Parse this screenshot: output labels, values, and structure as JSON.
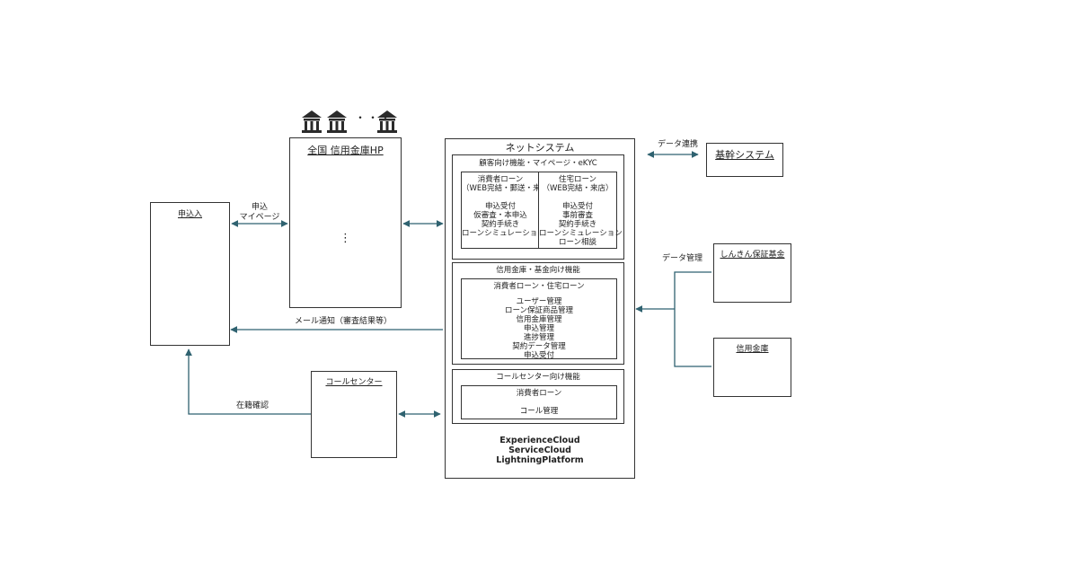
{
  "applicant": {
    "title": "申込入"
  },
  "hp": {
    "title": "全国  信用金庫HP",
    "dots_top": "・・・",
    "dots_mid": "⋮"
  },
  "net": {
    "title": "ネットシステム",
    "customer": {
      "title": "顧客向け機能・マイページ・eKYC",
      "left": {
        "lines": [
          "消費者ローン",
          "（WEB完結・郵送・来店）",
          "",
          "申込受付",
          "仮審査・本申込",
          "契約手続き",
          "ローンシミュレーション"
        ]
      },
      "right": {
        "lines": [
          "住宅ローン",
          "（WEB完結・来店）",
          "",
          "申込受付",
          "事前審査",
          "契約手続き",
          "ローンシミュレーション",
          "ローン相談"
        ]
      }
    },
    "bank": {
      "title": "信用金庫・基金向け機能",
      "inner_title": "消費者ローン・住宅ローン",
      "items": [
        "ユーザー管理",
        "ローン保証商品管理",
        "信用金庫管理",
        "申込管理",
        "進捗管理",
        "契約データ管理",
        "申込受付"
      ]
    },
    "callcenter": {
      "title": "コールセンター向け機能",
      "items": [
        "消費者ローン",
        "",
        "コール管理"
      ]
    },
    "platforms": [
      "ExperienceCloud",
      "ServiceCloud",
      "LightningPlatform"
    ]
  },
  "core": {
    "title": "基幹システム"
  },
  "guarantee": {
    "title": "しんきん保証基金"
  },
  "shinkin": {
    "title": "信用金庫"
  },
  "callcenter": {
    "title": "コールセンター"
  },
  "labels": {
    "mypage": [
      "申込",
      "マイページ"
    ],
    "data_link": "データ連携",
    "data_mgmt": "データ管理",
    "mail": "メール通知（審査結果等）",
    "employment": "在籍確認"
  },
  "colors": {
    "arrow": "#2f6270",
    "line": "#333333",
    "icon": "#2b2b2b"
  }
}
